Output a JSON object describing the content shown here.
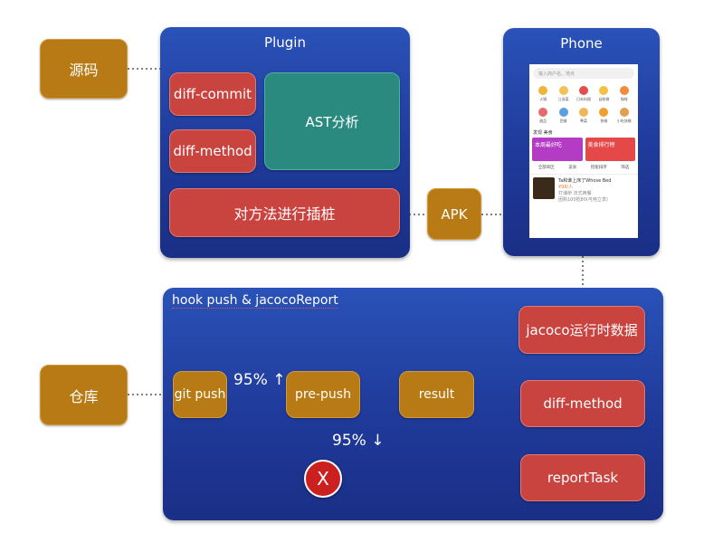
{
  "plugin": {
    "title": "Plugin",
    "diff_commit": "diff-commit",
    "diff_method": "diff-method",
    "ast": "AST分析",
    "instrument": "对方法进行插桩"
  },
  "source_code": "源码",
  "apk": "APK",
  "phone": {
    "title": "Phone",
    "screen": {
      "search_placeholder": "输入商户名、地点",
      "categories": [
        "火锅",
        "江浙菜",
        "日本料理",
        "自助餐",
        "甜品",
        "西餐",
        "粤菜",
        "快餐",
        "小吃快餐",
        "咖啡"
      ],
      "section": "发现 美食",
      "banner_1": "本周最好吃",
      "banner_2": "美食排行榜",
      "tabs": [
        "全部商区",
        "美食",
        "智能排序",
        "筛选"
      ],
      "item_title": "Ta和谁上床了Whose Bed",
      "item_sub": "¥98/人",
      "item_meta": "打浦桥  法式西餐",
      "item_line2": "团购100抵80(可用立享)"
    }
  },
  "hook": {
    "title": "hook push & jacocoReport",
    "git_push": "git push",
    "pre_push": "pre-push",
    "result": "result",
    "jacoco_runtime": "jacoco运行时数据",
    "diff_method": "diff-method",
    "report_task": "reportTask",
    "pct_up": "95% ↑",
    "pct_down": "95% ↓",
    "fail_mark": "X"
  },
  "repository": "仓库"
}
